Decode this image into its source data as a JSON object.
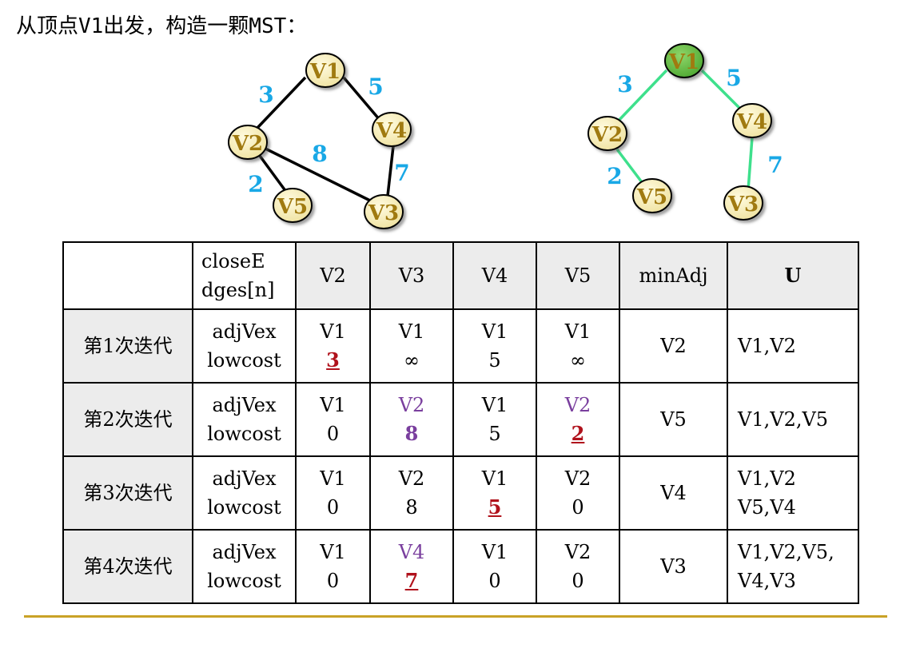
{
  "title": "从顶点V1出发，构造一颗MST：",
  "colors": {
    "weight": "#19a8e6",
    "mst_edge": "#3ee08c",
    "node_fill": "#f7efb6",
    "node_text": "#a07a10",
    "start_fill": "#6cc24a",
    "accent_underline": "#c9a227"
  },
  "left_graph": {
    "nodes": [
      {
        "id": "V1",
        "label": "V1"
      },
      {
        "id": "V2",
        "label": "V2"
      },
      {
        "id": "V3",
        "label": "V3"
      },
      {
        "id": "V4",
        "label": "V4"
      },
      {
        "id": "V5",
        "label": "V5"
      }
    ],
    "edges": [
      {
        "from": "V1",
        "to": "V2",
        "weight": "3"
      },
      {
        "from": "V1",
        "to": "V4",
        "weight": "5"
      },
      {
        "from": "V2",
        "to": "V3",
        "weight": "8"
      },
      {
        "from": "V2",
        "to": "V5",
        "weight": "2"
      },
      {
        "from": "V4",
        "to": "V3",
        "weight": "7"
      }
    ]
  },
  "right_graph": {
    "nodes": [
      {
        "id": "V1",
        "label": "V1"
      },
      {
        "id": "V2",
        "label": "V2"
      },
      {
        "id": "V3",
        "label": "V3"
      },
      {
        "id": "V4",
        "label": "V4"
      },
      {
        "id": "V5",
        "label": "V5"
      }
    ],
    "edges": [
      {
        "from": "V1",
        "to": "V2",
        "weight": "3"
      },
      {
        "from": "V1",
        "to": "V4",
        "weight": "5"
      },
      {
        "from": "V2",
        "to": "V5",
        "weight": "2"
      },
      {
        "from": "V4",
        "to": "V3",
        "weight": "7"
      }
    ]
  },
  "table": {
    "header": {
      "empty": "",
      "close_edges_line1": "closeE",
      "close_edges_line2": "dges[n]",
      "v2": "V2",
      "v3": "V3",
      "v4": "V4",
      "v5": "V5",
      "min_adj": "minAdj",
      "u": "U"
    },
    "row_labels": {
      "adjvex": "adjVex",
      "lowcost": "lowcost"
    },
    "rows": [
      {
        "iter": "第1次迭代",
        "cells": [
          {
            "adj": "V1",
            "low": "3"
          },
          {
            "adj": "V1",
            "low": "∞"
          },
          {
            "adj": "V1",
            "low": "5"
          },
          {
            "adj": "V1",
            "low": "∞"
          }
        ],
        "min": "V2",
        "u1": "V1,V2",
        "u2": ""
      },
      {
        "iter": "第2次迭代",
        "cells": [
          {
            "adj": "V1",
            "low": "0"
          },
          {
            "adj": "V2",
            "low": "8"
          },
          {
            "adj": "V1",
            "low": "5"
          },
          {
            "adj": "V2",
            "low": "2"
          }
        ],
        "min": "V5",
        "u1": "V1,V2,V5",
        "u2": ""
      },
      {
        "iter": "第3次迭代",
        "cells": [
          {
            "adj": "V1",
            "low": "0"
          },
          {
            "adj": "V2",
            "low": "8"
          },
          {
            "adj": "V1",
            "low": "5"
          },
          {
            "adj": "V2",
            "low": "0"
          }
        ],
        "min": "V4",
        "u1": "V1,V2",
        "u2": "V5,V4"
      },
      {
        "iter": "第4次迭代",
        "cells": [
          {
            "adj": "V1",
            "low": "0"
          },
          {
            "adj": "V4",
            "low": "7"
          },
          {
            "adj": "V1",
            "low": "0"
          },
          {
            "adj": "V2",
            "low": "0"
          }
        ],
        "min": "V3",
        "u1": "V1,V2,V5,",
        "u2": "V4,V3"
      }
    ]
  }
}
